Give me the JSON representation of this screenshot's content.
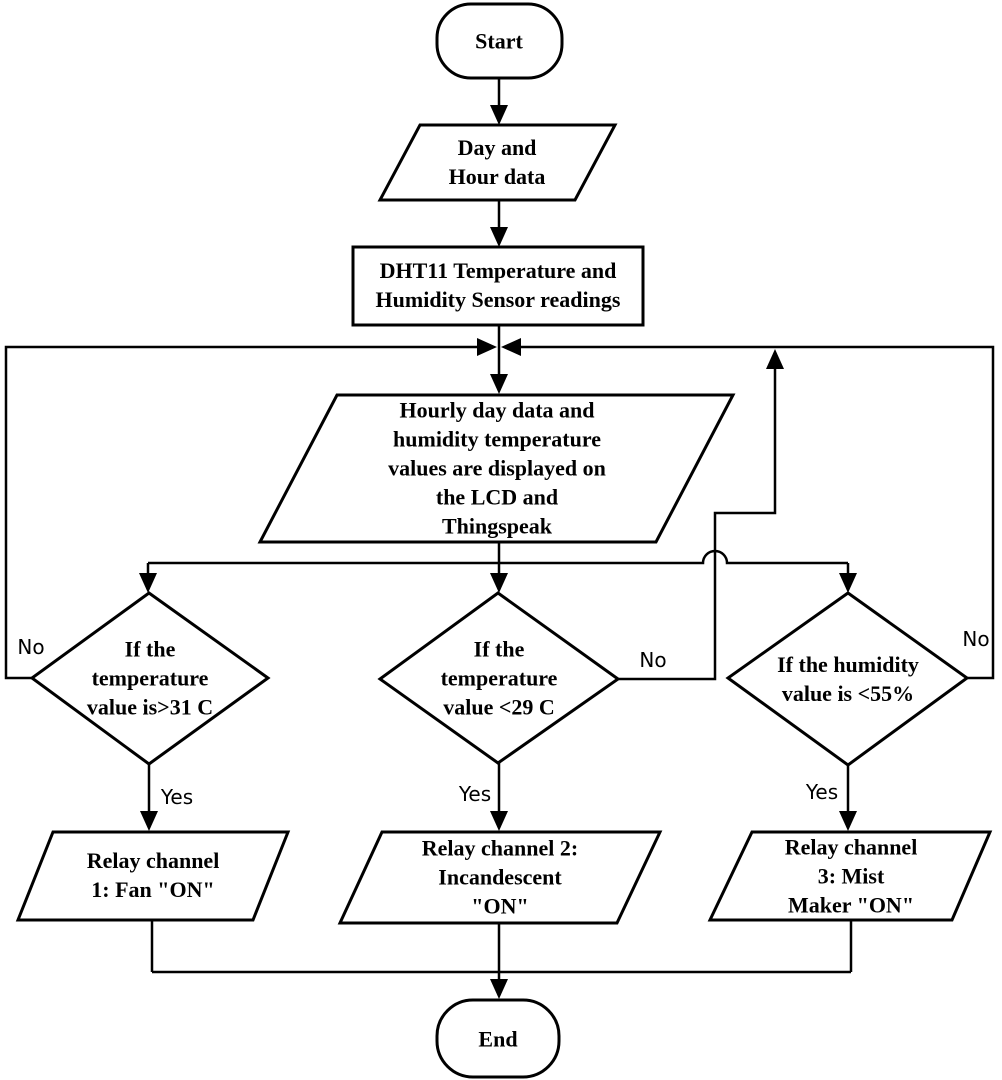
{
  "background": "#ffffff",
  "stroke_color": "#000000",
  "text_color": "#000000",
  "nodes": {
    "start": {
      "type": "terminator",
      "label": "Start"
    },
    "day_hour_input": {
      "type": "parallelogram",
      "label": "Day and\nHour data"
    },
    "dht11_process": {
      "type": "rectangle",
      "label": "DHT11 Temperature and\nHumidity Sensor readings"
    },
    "display_output": {
      "type": "parallelogram",
      "label": "Hourly day data and\nhumidity temperature\nvalues are displayed on\nthe LCD and\nThingspeak"
    },
    "temp_high_decision": {
      "type": "decision",
      "label": "If the\ntemperature\nvalue is>31 C"
    },
    "temp_low_decision": {
      "type": "decision",
      "label": "If the\ntemperature\nvalue <29 C"
    },
    "humidity_decision": {
      "type": "decision",
      "label": "If the humidity\nvalue is <55%"
    },
    "relay1_output": {
      "type": "parallelogram",
      "label": "Relay channel\n1: Fan \"ON\""
    },
    "relay2_output": {
      "type": "parallelogram",
      "label": "Relay channel 2:\nIncandescent\n\"ON\""
    },
    "relay3_output": {
      "type": "parallelogram",
      "label": "Relay channel\n3: Mist\nMaker \"ON\""
    },
    "end": {
      "type": "terminator",
      "label": "End"
    }
  },
  "edge_labels": {
    "temp_high_no": "No",
    "temp_high_yes": "Yes",
    "temp_low_no": "No",
    "temp_low_yes": "Yes",
    "humidity_no": "No",
    "humidity_yes": "Yes"
  }
}
